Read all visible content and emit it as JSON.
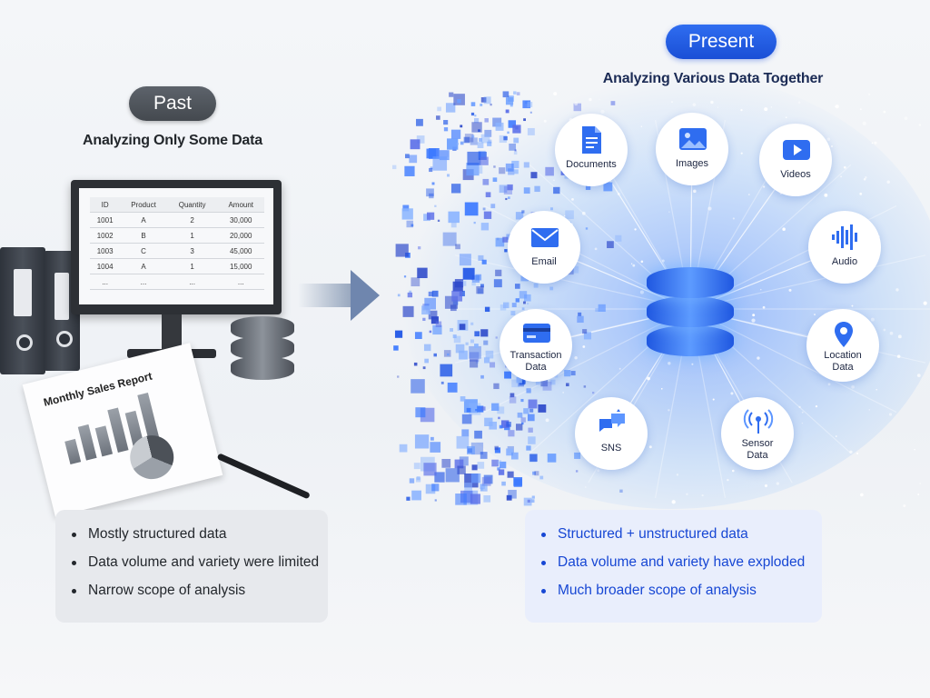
{
  "past": {
    "label": "Past",
    "subtitle": "Analyzing Only Some Data",
    "table": {
      "headers": [
        "ID",
        "Product",
        "Quantity",
        "Amount"
      ],
      "rows": [
        [
          "1001",
          "A",
          "2",
          "30,000"
        ],
        [
          "1002",
          "B",
          "1",
          "20,000"
        ],
        [
          "1003",
          "C",
          "3",
          "45,000"
        ],
        [
          "1004",
          "A",
          "1",
          "15,000"
        ],
        [
          "...",
          "...",
          "...",
          "..."
        ]
      ]
    },
    "report_title": "Monthly Sales Report",
    "points": [
      "Mostly structured data",
      "Data volume and variety were limited",
      "Narrow scope of analysis"
    ]
  },
  "present": {
    "label": "Present",
    "subtitle": "Analyzing Various Data Together",
    "sources": {
      "documents": "Documents",
      "images": "Images",
      "videos": "Videos",
      "email": "Email",
      "audio": "Audio",
      "transaction_1": "Transaction",
      "transaction_2": "Data",
      "location_1": "Location",
      "location_2": "Data",
      "sns": "SNS",
      "sensor_1": "Sensor",
      "sensor_2": "Data"
    },
    "points": [
      "Structured + unstructured data",
      "Data volume and variety have exploded",
      "Much broader scope of analysis"
    ]
  },
  "colors": {
    "accent": "#1f5be0",
    "past": "#4f555c",
    "present_text": "#1747d4"
  },
  "icons": [
    "document-icon",
    "image-icon",
    "video-icon",
    "email-icon",
    "audio-icon",
    "credit-card-icon",
    "location-pin-icon",
    "chat-icon",
    "sensor-icon",
    "database-icon"
  ]
}
